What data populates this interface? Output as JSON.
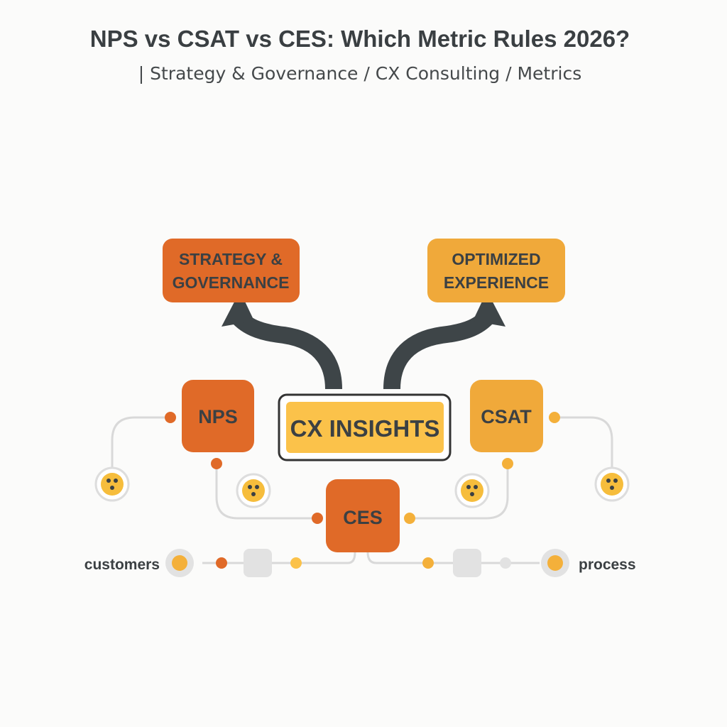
{
  "header": {
    "title": "NPS vs CSAT vs CES: Which Metric Rules 2026?",
    "subtitle": "| Strategy & Governance / CX Consulting / Metrics"
  },
  "nodes": {
    "strategy": {
      "line1": "STRATEGY &",
      "line2": "GOVERNANCE"
    },
    "optimized": {
      "line1": "OPTIMIZED",
      "line2": "EXPERIENCE"
    },
    "nps": "NPS",
    "csat": "CSAT",
    "ces": "CES",
    "cx": "CX INSIGHTS"
  },
  "flow": {
    "left_label": "customers",
    "right_label": "process"
  },
  "colors": {
    "orange": "#e06a28",
    "amber": "#f0a93a",
    "yellow": "#fbc24a",
    "dark": "#3e4548",
    "gray": "#dedede"
  },
  "icons": [
    "face-icon",
    "arrow-up-left-icon",
    "arrow-up-right-icon",
    "node-dot-icon"
  ]
}
